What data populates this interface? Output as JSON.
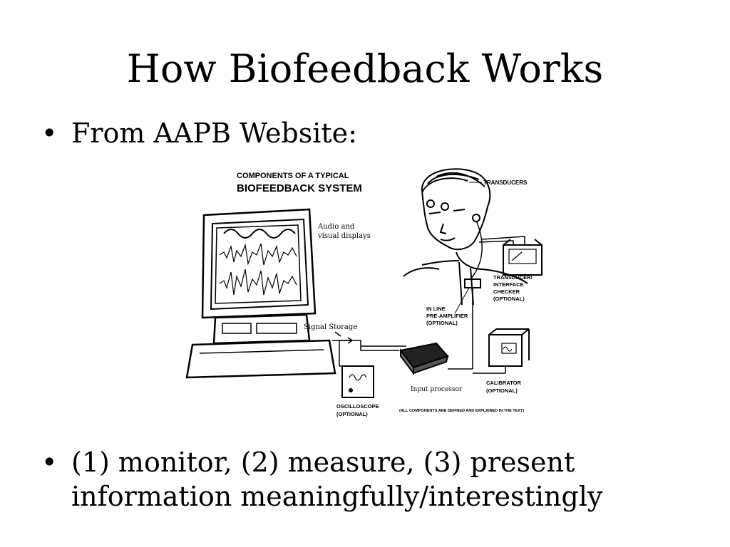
{
  "slide": {
    "title": "How Biofeedback Works",
    "bullets": [
      {
        "marker": "•",
        "lines": [
          "From AAPB Website:"
        ]
      },
      {
        "marker": "•",
        "lines": [
          "(1) monitor, (2) measure, (3) present",
          "information meaningfully/interestingly"
        ]
      }
    ]
  },
  "diagram": {
    "heading_line1": "COMPONENTS OF A TYPICAL",
    "heading_line2": "BIOFEEDBACK SYSTEM",
    "audio_visual_line1": "Audio and",
    "audio_visual_line2": "visual displays",
    "transducers": "TRANSDUCERS",
    "checker_line1": "TRANSDUCER/",
    "checker_line2": "INTERFACE",
    "checker_line3": "CHECKER",
    "checker_line4": "(OPTIONAL)",
    "preamp_line1": "IN LINE",
    "preamp_line2": "PRE-AMPLIFIER",
    "preamp_line3": "(OPTIONAL)",
    "signal_storage": "Signal Storage",
    "input_processor": "Input processor",
    "calibrator_line1": "CALIBRATOR",
    "calibrator_line2": "(OPTIONAL)",
    "oscilloscope_line1": "OSCILLOSCOPE",
    "oscilloscope_line2": "(OPTIONAL)",
    "footnote": "(ALL COMPONENTS ARE DEFINED AND EXPLAINED IN THE TEXT)"
  }
}
